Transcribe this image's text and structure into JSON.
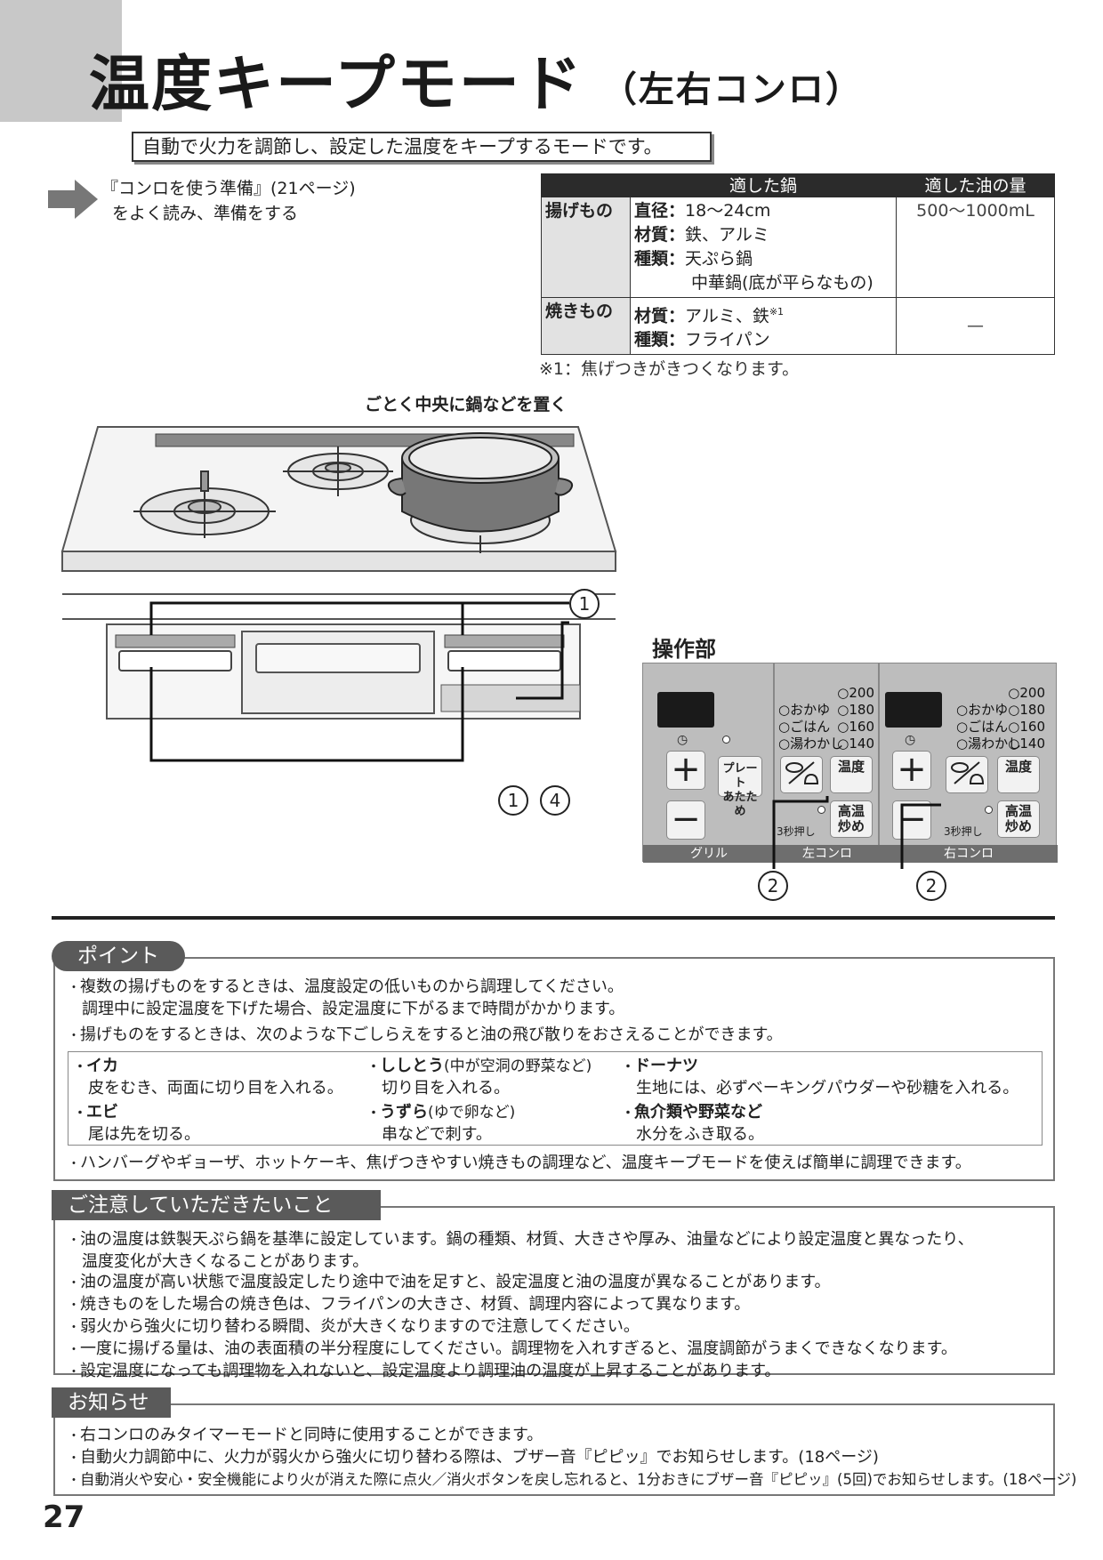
{
  "header": {
    "title": "温度キープモード",
    "title_sub": "（左右コンロ）",
    "lead": "自動で火力を調節し、設定した温度をキープするモードです。"
  },
  "prep": {
    "line1": "『コンロを使う準備』(21ページ)",
    "line2": "をよく読み、準備をする"
  },
  "pot_table": {
    "headers": [
      "適した鍋",
      "適した油の量"
    ],
    "rows": {
      "fry": {
        "category": "揚げもの",
        "diameter_key": "直径：",
        "diameter": "18〜24cm",
        "material_key": "材質：",
        "material": "鉄、アルミ",
        "type_key": "種類：",
        "type": "天ぷら鍋",
        "type2": "中華鍋(底が平らなもの)",
        "oil": "500〜1000mL"
      },
      "grill": {
        "category": "焼きもの",
        "material_key": "材質：",
        "material": "アルミ、鉄",
        "material_note": "※1",
        "type_key": "種類：",
        "type": "フライパン",
        "oil": "—"
      }
    },
    "footnote": "※1：焦げつきがきつくなります。"
  },
  "illustration": {
    "caption": "ごとく中央に鍋などを置く",
    "panel_label": "操作部",
    "callout_1": "1",
    "callout_4": "4",
    "callout_2": "2"
  },
  "control_panel": {
    "grill_label": "グリル",
    "left_label": "左コンロ",
    "right_label": "右コンロ",
    "plate_warm": "プレート\nあたため",
    "levels": [
      "200",
      "180",
      "160",
      "140"
    ],
    "modes": [
      "おかゆ",
      "ごはん",
      "湯わかし"
    ],
    "temp_label": "温度",
    "high_temp_label": "高温\n炒め",
    "press_3s": "3秒押し",
    "plus": "+",
    "minus": "−",
    "clock": "◷"
  },
  "point": {
    "tag": "ポイント",
    "items": [
      "複数の揚げものをするときは、温度設定の低いものから調理してください。",
      "調理中に設定温度を下げた場合、設定温度に下がるまで時間がかかります。",
      "揚げものをするときは、次のような下ごしらえをすると油の飛び散りをおさえることができます。",
      "ハンバーグやギョーザ、ホットケーキ、焦げつきやすい焼きもの調理など、温度キープモードを使えば簡単に調理できます。"
    ],
    "tips": [
      {
        "head": "イカ",
        "note": "",
        "body": "皮をむき、両面に切り目を入れる。"
      },
      {
        "head": "ししとう",
        "note": "(中が空洞の野菜など)",
        "body": "切り目を入れる。"
      },
      {
        "head": "ドーナツ",
        "note": "",
        "body": "生地には、必ずベーキングパウダーや砂糖を入れる。"
      },
      {
        "head": "エビ",
        "note": "",
        "body": "尾は先を切る。"
      },
      {
        "head": "うずら",
        "note": "(ゆで卵など)",
        "body": "串などで刺す。"
      },
      {
        "head": "魚介類や野菜など",
        "note": "",
        "body": "水分をふき取る。"
      }
    ]
  },
  "caution": {
    "tag": "ご注意していただきたいこと",
    "items": [
      "油の温度は鉄製天ぷら鍋を基準に設定しています。鍋の種類、材質、大きさや厚み、油量などにより設定温度と異なったり、",
      "温度変化が大きくなることがあります。",
      "油の温度が高い状態で温度設定したり途中で油を足すと、設定温度と油の温度が異なることがあります。",
      "焼きものをした場合の焼き色は、フライパンの大きさ、材質、調理内容によって異なります。",
      "弱火から強火に切り替わる瞬間、炎が大きくなりますので注意してください。",
      "一度に揚げる量は、油の表面積の半分程度にしてください。調理物を入れすぎると、温度調節がうまくできなくなります。",
      "設定温度になっても調理物を入れないと、設定温度より調理油の温度が上昇することがあります。"
    ]
  },
  "notice": {
    "tag": "お知らせ",
    "items": [
      "右コンロのみタイマーモードと同時に使用することができます。",
      "自動火力調節中に、火力が弱火から強火に切り替わる際は、ブザー音『ピピッ』でお知らせします。(18ページ)",
      "自動消火や安心・安全機能により火が消えた際に点火／消火ボタンを戻し忘れると、1分おきにブザー音『ピピッ』(5回)でお知らせします。(18ページ)"
    ]
  },
  "page_number": "27"
}
